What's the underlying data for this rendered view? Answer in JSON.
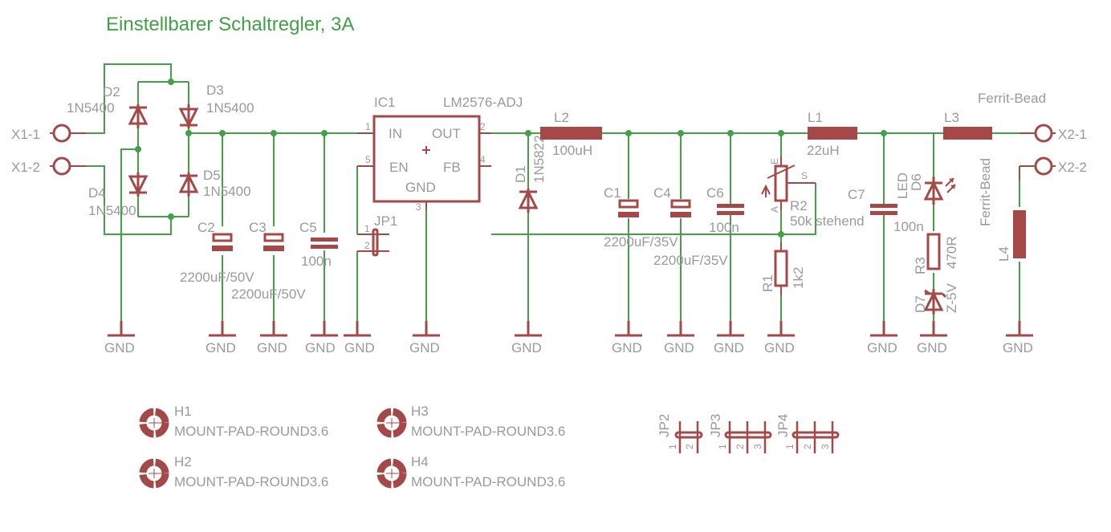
{
  "title": "Einstellbarer Schaltregler, 3A",
  "connectors": {
    "x1_1": "X1-1",
    "x1_2": "X1-2",
    "x2_1": "X2-1",
    "x2_2": "X2-2"
  },
  "gnd_label": "GND",
  "parts": {
    "D2": {
      "name": "D2",
      "value": "1N5400"
    },
    "D3": {
      "name": "D3",
      "value": "1N5400"
    },
    "D4": {
      "name": "D4",
      "value": "1N5400"
    },
    "D5": {
      "name": "D5",
      "value": "1N5400"
    },
    "C2": {
      "name": "C2",
      "value": "2200uF/50V"
    },
    "C3": {
      "name": "C3",
      "value": "2200uF/50V"
    },
    "C5": {
      "name": "C5",
      "value": "100n"
    },
    "IC1": {
      "name": "IC1",
      "value": "LM2576-ADJ",
      "pins": {
        "in": "IN",
        "out": "OUT",
        "en": "EN",
        "fb": "FB",
        "gnd": "GND",
        "n1": "1",
        "n2": "2",
        "n3": "3",
        "n4": "4",
        "n5": "5"
      }
    },
    "JP1": {
      "name": "JP1",
      "pin1": "1",
      "pin2": "2"
    },
    "D1": {
      "name": "D1",
      "value": "1N5822"
    },
    "L2": {
      "name": "L2",
      "value": "100uH"
    },
    "C1": {
      "name": "C1",
      "value": "2200uF/35V"
    },
    "C4": {
      "name": "C4",
      "value": "2200uF/35V"
    },
    "C6": {
      "name": "C6",
      "value": "100n"
    },
    "R2": {
      "name": "R2",
      "value": "50k stehend",
      "pin_e": "E",
      "pin_a": "A",
      "pin_s": "S"
    },
    "R1": {
      "name": "R1",
      "value": "1k2"
    },
    "L1": {
      "name": "L1",
      "value": "22uH"
    },
    "C7": {
      "name": "C7",
      "value": "100n"
    },
    "D6": {
      "name": "D6",
      "value": "LED"
    },
    "R3": {
      "name": "R3",
      "value": "470R"
    },
    "D7": {
      "name": "D7",
      "value": "Z-5V"
    },
    "L3": {
      "name": "L3",
      "value": "Ferrit-Bead"
    },
    "L4": {
      "name": "L4",
      "value": "Ferrit-Bead"
    },
    "H1": {
      "name": "H1",
      "value": "MOUNT-PAD-ROUND3.6"
    },
    "H2": {
      "name": "H2",
      "value": "MOUNT-PAD-ROUND3.6"
    },
    "H3": {
      "name": "H3",
      "value": "MOUNT-PAD-ROUND3.6"
    },
    "H4": {
      "name": "H4",
      "value": "MOUNT-PAD-ROUND3.6"
    },
    "JP2": {
      "name": "JP2",
      "pins": [
        "1",
        "2"
      ]
    },
    "JP3": {
      "name": "JP3",
      "pins": [
        "1",
        "2",
        "3"
      ]
    },
    "JP4": {
      "name": "JP4",
      "pins": [
        "1",
        "2",
        "3"
      ]
    }
  },
  "colors": {
    "wire": "#43a047",
    "symbol": "#a54848",
    "text": "#9a9a9a",
    "title": "#43a047"
  }
}
